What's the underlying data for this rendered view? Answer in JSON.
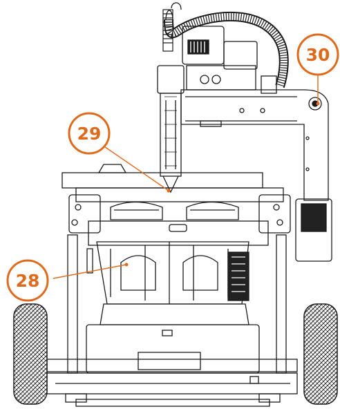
{
  "colors": {
    "callout_fill": "#ffffff",
    "callout_stroke": "#e06a1b",
    "callout_text": "#e06a1b",
    "line_art": "#1a1a1a",
    "dark_part": "#222222"
  },
  "callouts": [
    {
      "id": "28",
      "label": "28",
      "target": "lower-housing"
    },
    {
      "id": "29",
      "label": "29",
      "target": "blade-guide"
    },
    {
      "id": "30",
      "label": "30",
      "target": "handle-knob"
    }
  ]
}
